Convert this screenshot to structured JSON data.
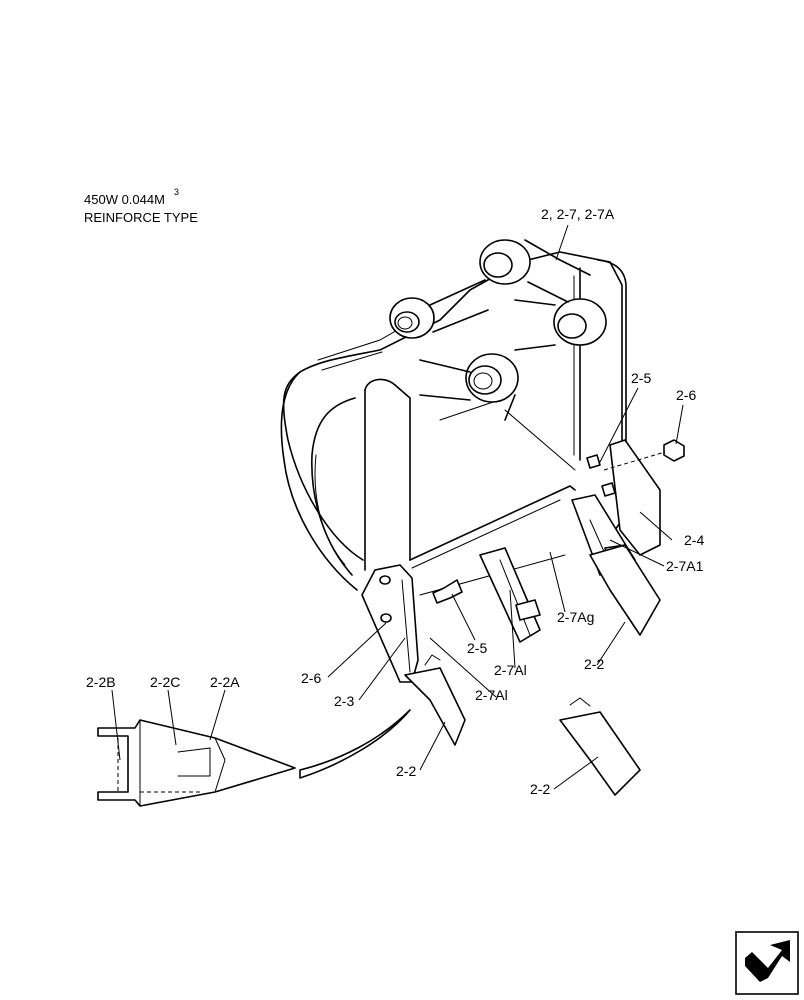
{
  "header": {
    "model": "450W  0.044M",
    "model_superscript": "3",
    "type": "REINFORCE TYPE"
  },
  "callouts": {
    "bucket_assembly": "2, 2-7, 2-7A",
    "bolt_right": "2-5",
    "nut_right": "2-6",
    "side_cutter_right": "2-4",
    "adapter_right": "2-7A1",
    "adapter_mid": "2-7Ag",
    "bolt_left": "2-5",
    "adapter_center": "2-7Al",
    "nut_left": "2-6",
    "side_cutter_left": "2-3",
    "adapter_left": "2-7Al",
    "tooth_right": "2-2",
    "tooth_left": "2-2",
    "tooth_bottom": "2-2",
    "tooth_detail_b": "2-2B",
    "tooth_detail_c": "2-2C",
    "tooth_detail_a": "2-2A"
  },
  "icons": {
    "corner": "next-page-arrow-icon"
  }
}
